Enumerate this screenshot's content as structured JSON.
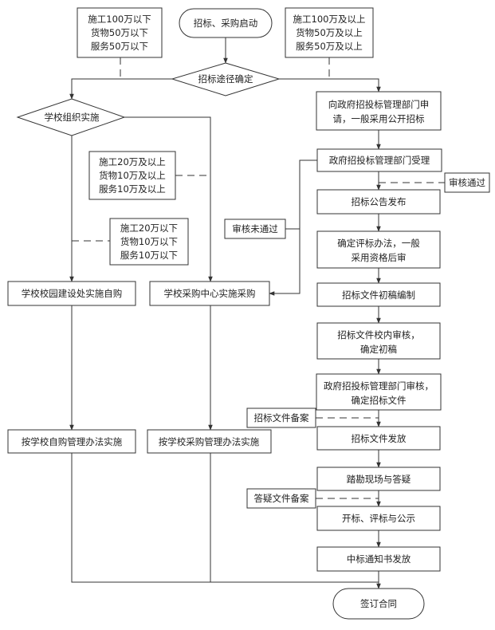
{
  "nodes": {
    "start": "招标、采购启动",
    "decision_route": "招标途径确定",
    "decision_school": "学校组织实施",
    "gov_apply": [
      "向政府招投标管理部门申",
      "请，一般采用公开招标"
    ],
    "gov_accept": "政府招投标管理部门受理",
    "announce": "招标公告发布",
    "eval_method": [
      "确定评标办法，一般",
      "采用资格后审"
    ],
    "draft_doc": "招标文件初稿编制",
    "internal_review": [
      "招标文件校内审核，",
      "确定初稿"
    ],
    "gov_review": [
      "政府招投标管理部门审核，",
      "确定招标文件"
    ],
    "doc_issue": "招标文件发放",
    "site_visit": "踏勘现场与答疑",
    "open_eval": "开标、评标与公示",
    "award": "中标通知书发放",
    "sign": "签订合同",
    "campus_dept": "学校校园建设处实施自购",
    "campus_method": "按学校自购管理办法实施",
    "purchase_center": "学校采购中心实施采购",
    "purchase_method": "按学校采购管理办法实施"
  },
  "notes": {
    "threshold_low": [
      "施工100万以下",
      "货物50万以下",
      "服务50万以下"
    ],
    "threshold_high": [
      "施工100万及以上",
      "货物50万及以上",
      "服务50万及以上"
    ],
    "threshold_mid": [
      "施工20万及以上",
      "货物10万及以上",
      "服务10万及以上"
    ],
    "threshold_small": [
      "施工20万以下",
      "货物10万以下",
      "服务10万以下"
    ],
    "review_pass": "审核通过",
    "review_fail": "审核未通过",
    "doc_filing": "招标文件备案",
    "qa_filing": "答疑文件备案"
  }
}
